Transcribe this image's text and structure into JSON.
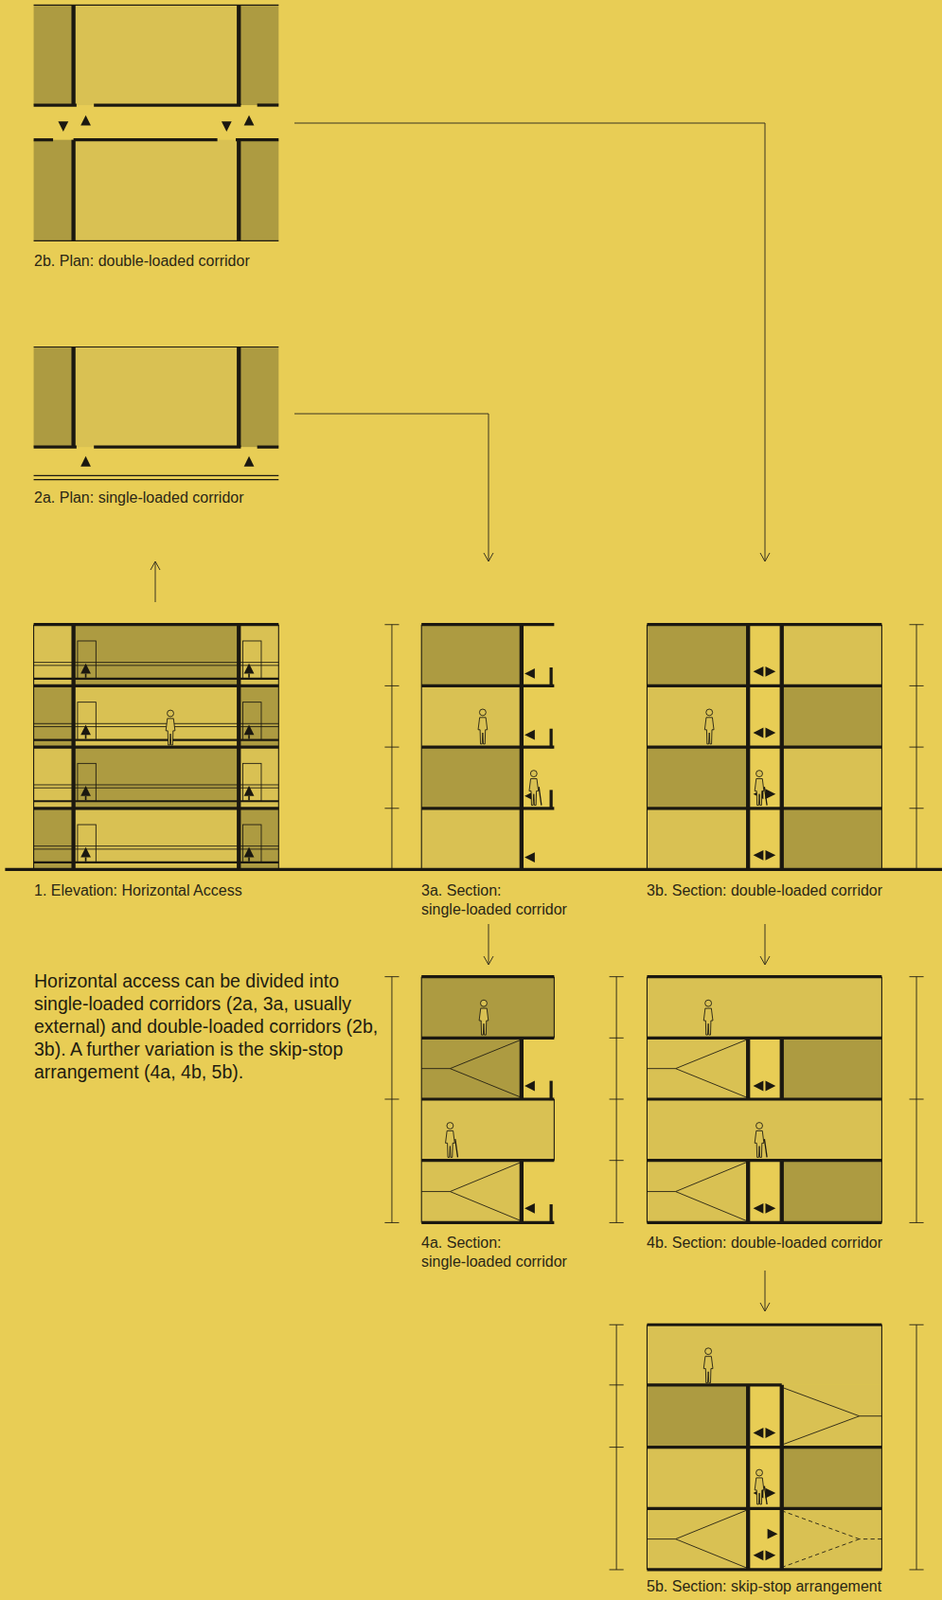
{
  "diagram": {
    "nodes": [
      {
        "text": [
          "2b. Plan: double-loaded corridor"
        ]
      },
      {
        "text": [
          "2a. Plan: single-loaded corridor"
        ]
      },
      {
        "text": [
          "1. Elevation: Horizontal Access"
        ]
      },
      {
        "text": [
          "3a. Section: single-loaded corridor"
        ]
      },
      {
        "text": [
          "3b. Section: double-loaded corridor"
        ]
      },
      {
        "text": [
          "4a. Section: single-loaded corridor"
        ]
      },
      {
        "text": [
          "4b. Section: double-loaded corridor"
        ]
      },
      {
        "text": [
          "5b. Section: skip-stop arrangement"
        ]
      }
    ],
    "edges": [
      {
        "from": 2,
        "to": 1,
        "arrow": "to"
      },
      {
        "from": 1,
        "to": 3,
        "arrow": "to"
      },
      {
        "from": 0,
        "to": 4,
        "arrow": "to"
      },
      {
        "from": 3,
        "to": 5,
        "arrow": "to"
      },
      {
        "from": 4,
        "to": 6,
        "arrow": "to"
      },
      {
        "from": 6,
        "to": 7,
        "arrow": "to"
      }
    ],
    "labels": [
      "Horizontal access can be divided into single-loaded corridors (2a, 3a, usually external) and double-loaded corridors (2b, 3b). A further variation is the skip-stop arrangement (4a, 4b, 5b)."
    ]
  }
}
